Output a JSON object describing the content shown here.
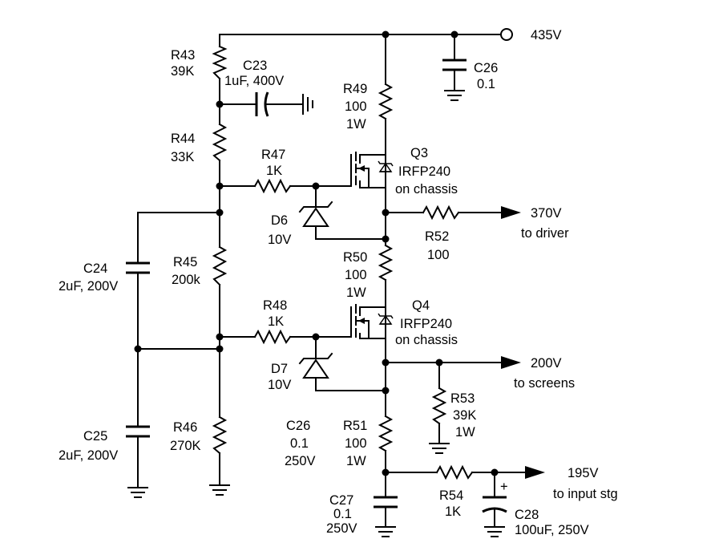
{
  "nodes": {
    "supply": "435V",
    "driver": "370V",
    "driver_note": "to driver",
    "screens": "200V",
    "screens_note": "to screens",
    "input": "195V",
    "input_note": "to input stg"
  },
  "resistors": {
    "R43": {
      "ref": "R43",
      "value": "39K"
    },
    "R44": {
      "ref": "R44",
      "value": "33K"
    },
    "R45": {
      "ref": "R45",
      "value": "200k"
    },
    "R46": {
      "ref": "R46",
      "value": "270K"
    },
    "R47": {
      "ref": "R47",
      "value": "1K"
    },
    "R48": {
      "ref": "R48",
      "value": "1K"
    },
    "R49": {
      "ref": "R49",
      "value": "100",
      "power": "1W"
    },
    "R50": {
      "ref": "R50",
      "value": "100",
      "power": "1W"
    },
    "R51": {
      "ref": "R51",
      "value": "100",
      "power": "1W"
    },
    "R52": {
      "ref": "R52",
      "value": "100"
    },
    "R53": {
      "ref": "R53",
      "value": "39K",
      "power": "1W"
    },
    "R54": {
      "ref": "R54",
      "value": "1K"
    }
  },
  "capacitors": {
    "C23": {
      "ref": "C23",
      "value": "1uF, 400V"
    },
    "C24": {
      "ref": "C24",
      "value": "2uF, 200V"
    },
    "C25": {
      "ref": "C25",
      "value": "2uF, 200V"
    },
    "C26a": {
      "ref": "C26",
      "value": "0.1"
    },
    "C26b": {
      "ref": "C26",
      "value": "0.1",
      "voltage": "250V"
    },
    "C27": {
      "ref": "C27",
      "value": "0.1",
      "voltage": "250V"
    },
    "C28": {
      "ref": "C28",
      "value": "100uF, 250V",
      "polarity": "+"
    }
  },
  "diodes": {
    "D6": {
      "ref": "D6",
      "value": "10V"
    },
    "D7": {
      "ref": "D7",
      "value": "10V"
    }
  },
  "transistors": {
    "Q3": {
      "ref": "Q3",
      "part": "IRFP240",
      "note": "on chassis"
    },
    "Q4": {
      "ref": "Q4",
      "part": "IRFP240",
      "note": "on chassis"
    }
  }
}
